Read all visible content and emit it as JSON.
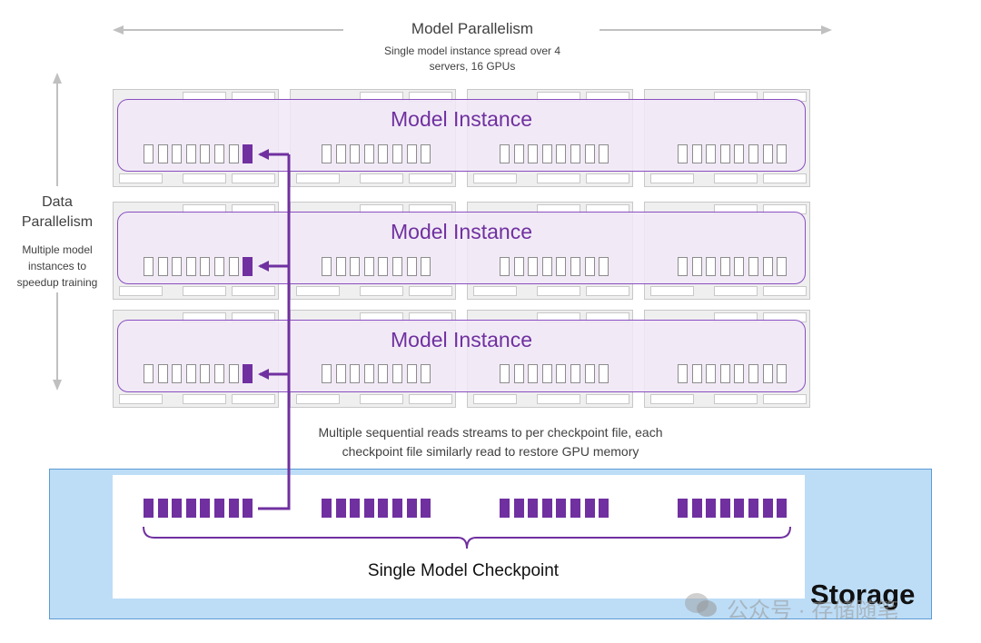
{
  "model_parallelism": {
    "title": "Model Parallelism",
    "subtitle_line1": "Single model instance spread over 4",
    "subtitle_line2": "servers, 16 GPUs"
  },
  "data_parallelism": {
    "title_line1": "Data",
    "title_line2": "Parallelism",
    "sub_line1": "Multiple model",
    "sub_line2": "instances to",
    "sub_line3": "speedup training"
  },
  "instances": [
    {
      "label": "Model Instance"
    },
    {
      "label": "Model Instance"
    },
    {
      "label": "Model Instance"
    }
  ],
  "reads_note": {
    "line1": "Multiple sequential reads streams to per checkpoint file, each",
    "line2": "checkpoint file similarly read to restore GPU memory"
  },
  "checkpoint_label": "Single Model Checkpoint",
  "storage_label": "Storage",
  "watermark": "公众号 · 存储随笔",
  "colors": {
    "purple": "#7030a0",
    "instance_fill": "#f1e9f7",
    "storage_fill": "#bdddf7",
    "storage_border": "#5b9bd5",
    "server_fill": "#efefef",
    "arrow_gray": "#c0c0c0"
  },
  "icons": [
    "wechat-icon"
  ]
}
